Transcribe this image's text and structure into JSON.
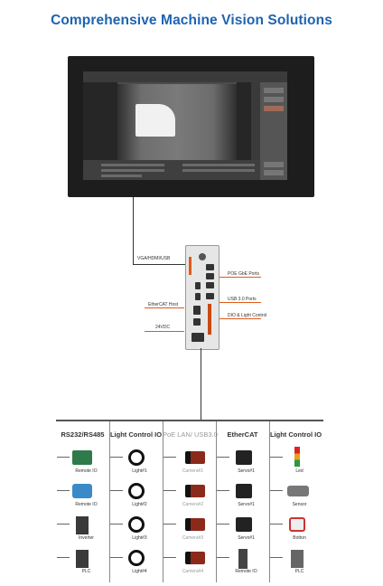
{
  "title": "Comprehensive Machine Vision Solutions",
  "connections": {
    "vga": "VGA/HDMI/USB",
    "poe": "POE GbE Ports",
    "usb": "USB 3.0 Ports",
    "ethercat": "EtherCAT Host",
    "dio": "DIO & Light Control",
    "power": "24VDC"
  },
  "columns": [
    {
      "header": "RS232/RS485",
      "muted": false,
      "devices": [
        "Remote IO",
        "Remote IO",
        "Inverter",
        "PLC"
      ]
    },
    {
      "header": "Light Control IO",
      "muted": false,
      "devices": [
        "Light#1",
        "Light#2",
        "Light#3",
        "Light#4"
      ]
    },
    {
      "header": "PoE LAN/ USB3.0",
      "muted": true,
      "devices": [
        "Camera#1",
        "Camera#2",
        "Camera#3",
        "Camera#4"
      ]
    },
    {
      "header": "EtherCAT",
      "muted": false,
      "devices": [
        "Servo#1",
        "Servo#1",
        "Servo#1",
        "Remote IO"
      ]
    },
    {
      "header": "Light Control IO",
      "muted": false,
      "devices": [
        "Led",
        "Sensor",
        "Botton",
        "PLC"
      ]
    }
  ],
  "colors": {
    "title": "#1e63b0",
    "accent": "#e05a1a",
    "monitor": "#1d1d1d"
  }
}
